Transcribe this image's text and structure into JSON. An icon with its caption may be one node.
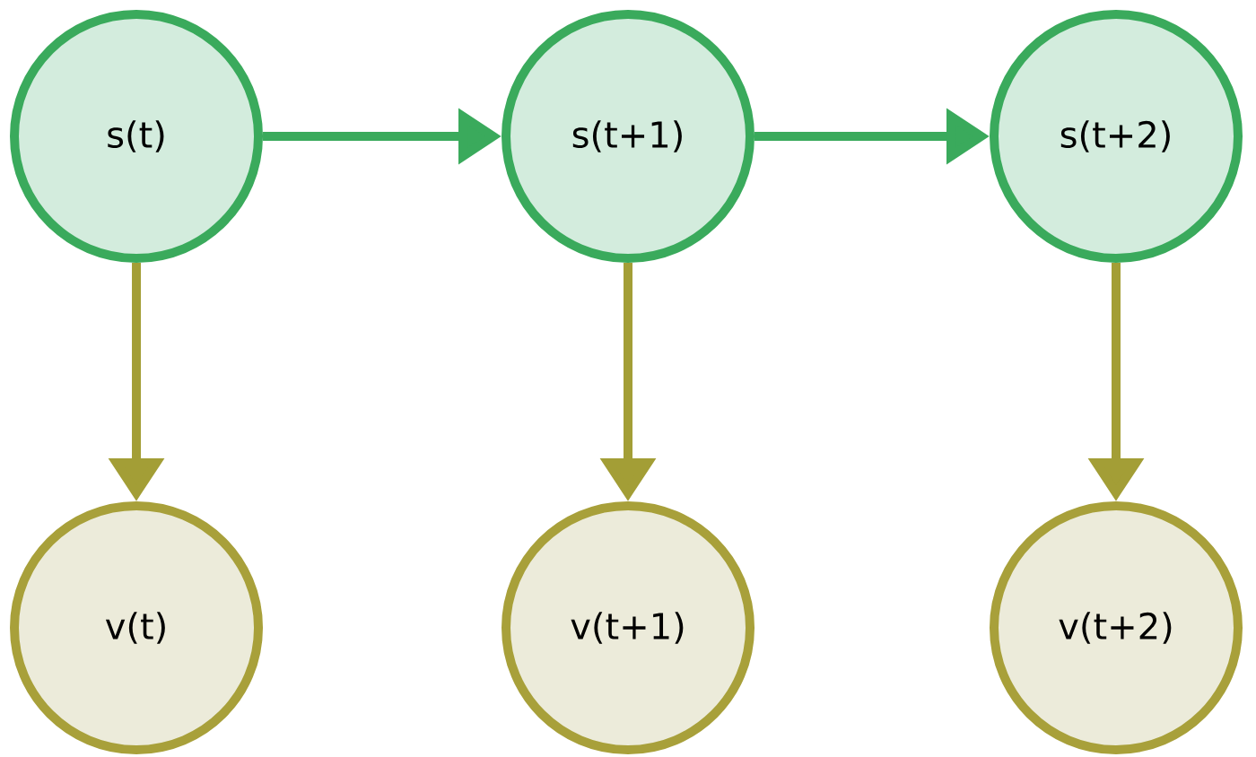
{
  "diagram": {
    "nodes": [
      {
        "text": [
          "s(t)"
        ]
      },
      {
        "text": [
          "s(t+1)"
        ]
      },
      {
        "text": [
          "s(t+2)"
        ]
      },
      {
        "text": [
          "v(t)"
        ]
      },
      {
        "text": [
          "v(t+1)"
        ]
      },
      {
        "text": [
          "v(t+2)"
        ]
      }
    ],
    "edges": [
      {
        "from": 0,
        "to": 1,
        "arrow": "to",
        "color": "#3aaa5c"
      },
      {
        "from": 1,
        "to": 2,
        "arrow": "to",
        "color": "#3aaa5c"
      },
      {
        "from": 0,
        "to": 3,
        "arrow": "to"
      },
      {
        "from": 1,
        "to": 4,
        "arrow": "to"
      },
      {
        "from": 2,
        "to": 5,
        "arrow": "to"
      }
    ]
  }
}
